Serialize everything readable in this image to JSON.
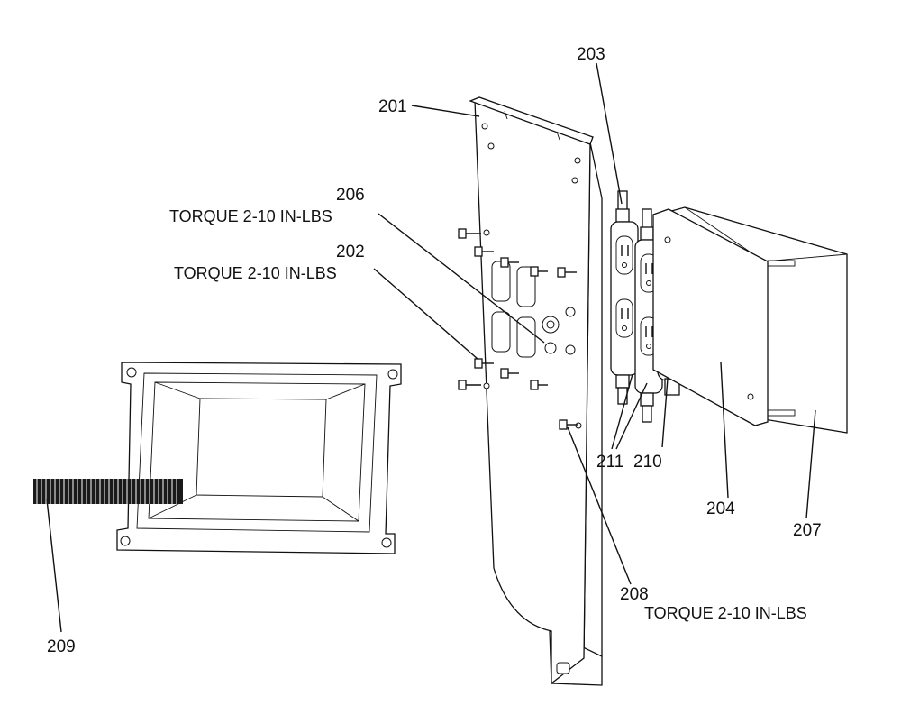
{
  "diagram": {
    "callouts": {
      "p201": "201",
      "p202": "202",
      "p203": "203",
      "p204": "204",
      "p206": "206",
      "p207": "207",
      "p208": "208",
      "p209": "209",
      "p210": "210",
      "p211": "211"
    },
    "torque_notes": {
      "t206": "TORQUE 2-10 IN-LBS",
      "t202": "TORQUE 2-10 IN-LBS",
      "t208": "TORQUE 2-10 IN-LBS"
    }
  }
}
